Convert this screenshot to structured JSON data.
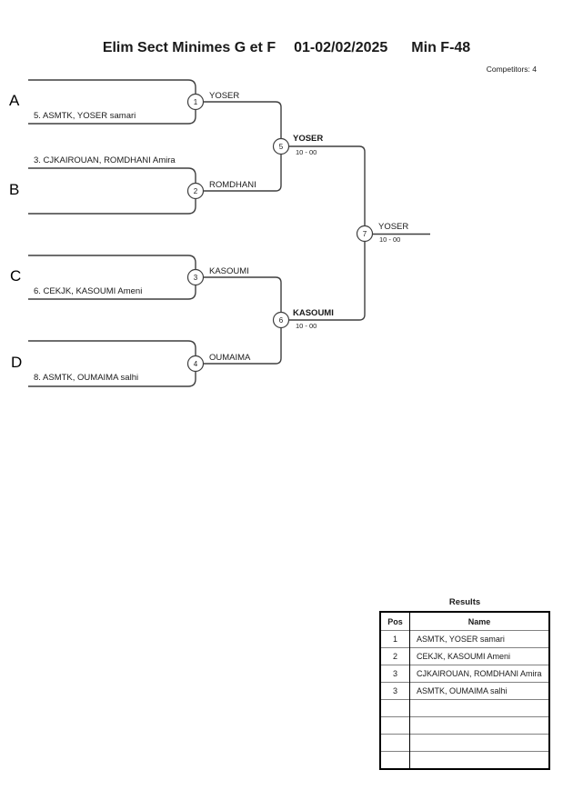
{
  "header": {
    "event": "Elim Sect Minimes G et F",
    "date": "01-02/02/2025",
    "category": "Min F-48",
    "competitors_label": "Competitors: 4"
  },
  "bracket": {
    "sections": [
      {
        "letter": "A",
        "competitor": "5. ASMTK, YOSER samari"
      },
      {
        "letter": "B",
        "competitor": "3. CJKAIROUAN, ROMDHANI Amira"
      },
      {
        "letter": "C",
        "competitor": "6. CEKJK, KASOUMI Ameni"
      },
      {
        "letter": "D",
        "competitor": "8. ASMTK, OUMAIMA salhi"
      }
    ],
    "matches": [
      {
        "number": "1",
        "winner": "YOSER"
      },
      {
        "number": "2",
        "winner": "ROMDHANI"
      },
      {
        "number": "3",
        "winner": "KASOUMI"
      },
      {
        "number": "4",
        "winner": "OUMAIMA"
      },
      {
        "number": "5",
        "winner": "YOSER",
        "score": "10 - 00"
      },
      {
        "number": "6",
        "winner": "KASOUMI",
        "score": "10 - 00"
      },
      {
        "number": "7",
        "winner": "YOSER",
        "score": "10 - 00"
      }
    ],
    "line_color": "#3f3f3f"
  },
  "results": {
    "title": "Results",
    "columns": [
      "Pos",
      "Name"
    ],
    "rows": [
      {
        "pos": "1",
        "name": "ASMTK, YOSER samari"
      },
      {
        "pos": "2",
        "name": "CEKJK, KASOUMI Ameni"
      },
      {
        "pos": "3",
        "name": "CJKAIROUAN, ROMDHANI Amira"
      },
      {
        "pos": "3",
        "name": "ASMTK, OUMAIMA salhi"
      },
      {
        "pos": "",
        "name": ""
      },
      {
        "pos": "",
        "name": ""
      },
      {
        "pos": "",
        "name": ""
      },
      {
        "pos": "",
        "name": ""
      }
    ]
  }
}
